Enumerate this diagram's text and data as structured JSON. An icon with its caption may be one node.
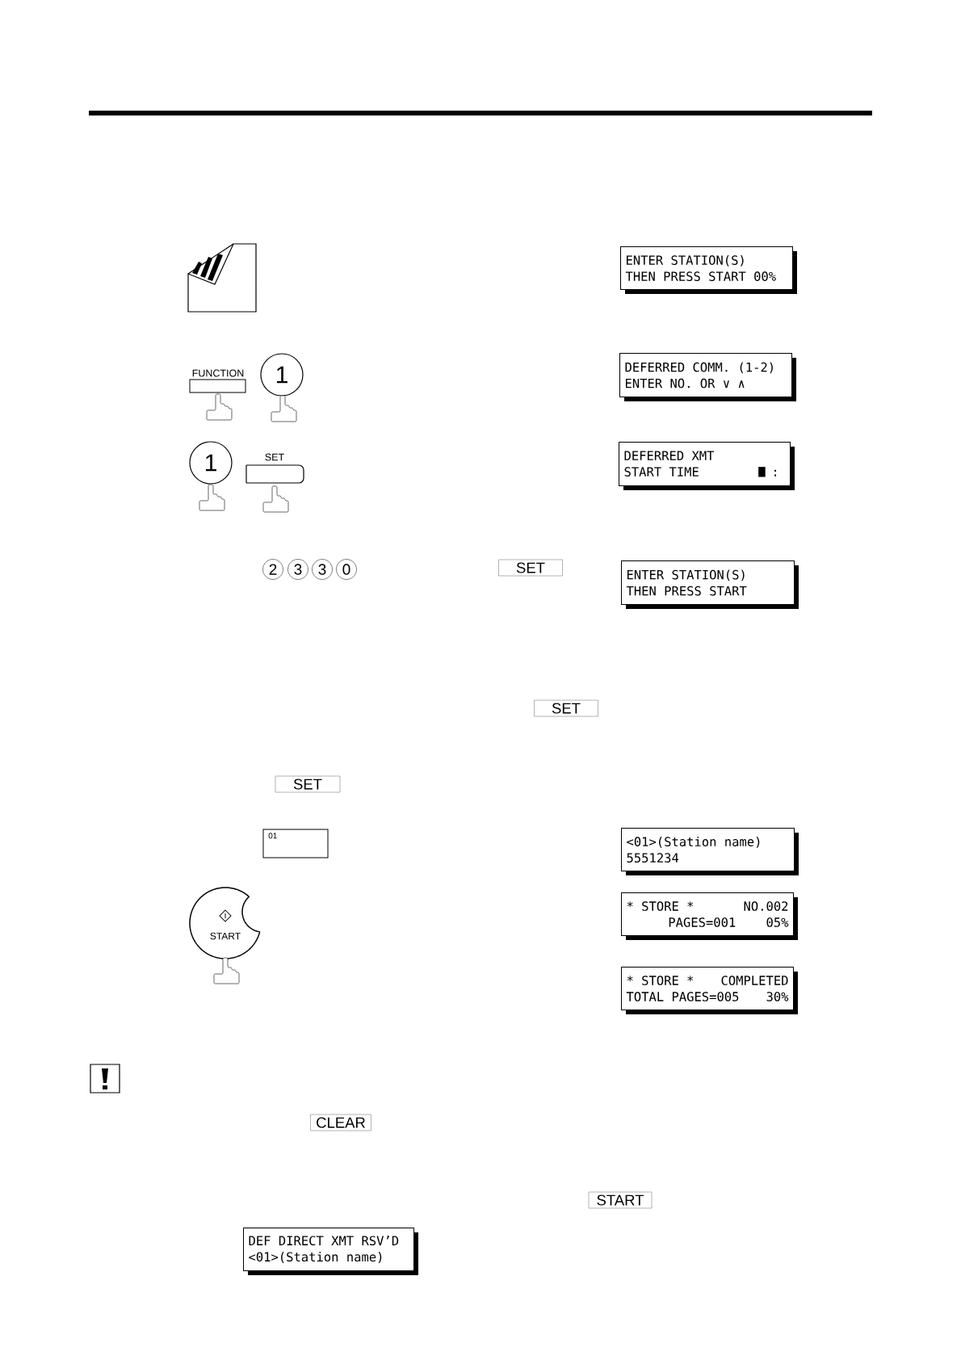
{
  "diagram": {
    "nodes": [
      {
        "text": [
          "ENTER STATION(S)",
          "THEN PRESS START 00%"
        ]
      },
      {
        "text": [
          "FUNCTION"
        ]
      },
      {
        "text": [
          "1"
        ]
      },
      {
        "text": [
          "DEFERRED COMM. (1-2)",
          "ENTER NO. OR ∨ ∧"
        ]
      },
      {
        "text": [
          "1"
        ]
      },
      {
        "text": [
          "SET"
        ]
      },
      {
        "text": [
          "DEFERRED XMT",
          "START TIME",
          ":"
        ]
      },
      {
        "text": [
          "2"
        ]
      },
      {
        "text": [
          "3"
        ]
      },
      {
        "text": [
          "3"
        ]
      },
      {
        "text": [
          "0"
        ]
      },
      {
        "text": [
          "SET"
        ]
      },
      {
        "text": [
          "ENTER STATION(S)",
          "THEN PRESS START"
        ]
      },
      {
        "text": [
          "SET"
        ]
      },
      {
        "text": [
          "SET"
        ]
      },
      {
        "text": [
          "01"
        ]
      },
      {
        "text": [
          "<01>(Station name)",
          "5551234"
        ]
      },
      {
        "text": [
          "START"
        ]
      },
      {
        "text": [
          "* STORE *",
          "NO.002",
          "PAGES=001",
          "05%"
        ]
      },
      {
        "text": [
          "* STORE *",
          "COMPLETED",
          "TOTAL PAGES=005",
          "30%"
        ]
      },
      {
        "text": [
          "CLEAR"
        ]
      },
      {
        "text": [
          "START"
        ]
      },
      {
        "text": [
          "DEF DIRECT XMT RSV’D",
          "<01>(Station name)"
        ]
      }
    ]
  }
}
